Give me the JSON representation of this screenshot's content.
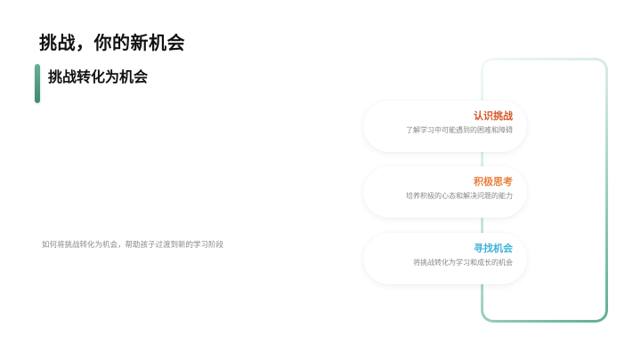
{
  "header": {
    "title": "挑战，你的新机会",
    "subtitle": "挑战转化为机会"
  },
  "description": "如何将挑战转化为机会，帮助孩子过渡到新的学习阶段",
  "colors": {
    "accent": "#3e8a71",
    "frame_gradient": [
      "#f2f9f6",
      "#5fae94"
    ]
  },
  "cards": [
    {
      "title": "认识挑战",
      "text": "了解学习中可能遇到的困难和障碍",
      "color": "#d4582a"
    },
    {
      "title": "积极思考",
      "text": "培养积极的心态和解决问题的能力",
      "color": "#e8803f"
    },
    {
      "title": "寻找机会",
      "text": "将挑战转化为学习和成长的机会",
      "color": "#3fb3d6"
    }
  ]
}
